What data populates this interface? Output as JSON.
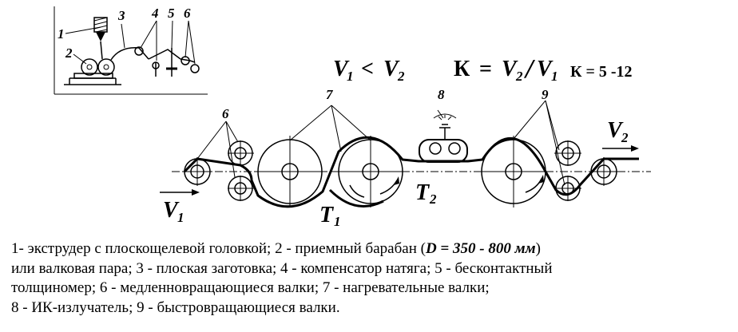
{
  "inset": {
    "labels": [
      "1",
      "2",
      "3",
      "4",
      "5",
      "6"
    ]
  },
  "main": {
    "labels": {
      "n6": "6",
      "n7": "7",
      "n8": "8",
      "n9": "9"
    },
    "t1": "T",
    "t1_sub": "1",
    "t2": "T",
    "t2_sub": "2",
    "v1": "V",
    "v1_sub": "1",
    "v2": "V",
    "v2_sub": "2"
  },
  "formulas": {
    "ratio_lhs": "V",
    "ratio_lhs_sub": "1",
    "ratio_op": "<",
    "ratio_rhs": "V",
    "ratio_rhs_sub": "2",
    "k_def_k": "К",
    "k_def_eq": "=",
    "k_def_num": "V",
    "k_def_num_sub": "2",
    "k_def_slash": "/",
    "k_def_den": "V",
    "k_def_den_sub": "1",
    "k_range": "К = 5 -12"
  },
  "legend": {
    "line1_a": "1- экструдер с плоскощелевой головкой; 2 - приемный барабан  (",
    "line1_d": "D = 350 - 800 мм",
    "line1_b": ")",
    "line2": "или валковая пара; 3 - плоская заготовка; 4 - компенсатор натяга; 5 - бесконтактный",
    "line3": "толщиномер; 6 -  медленновращающиеся валки; 7 - нагревательные валки;",
    "line4": "8 - ИК-излучатель;  9 - быстровращающиеся валки."
  }
}
